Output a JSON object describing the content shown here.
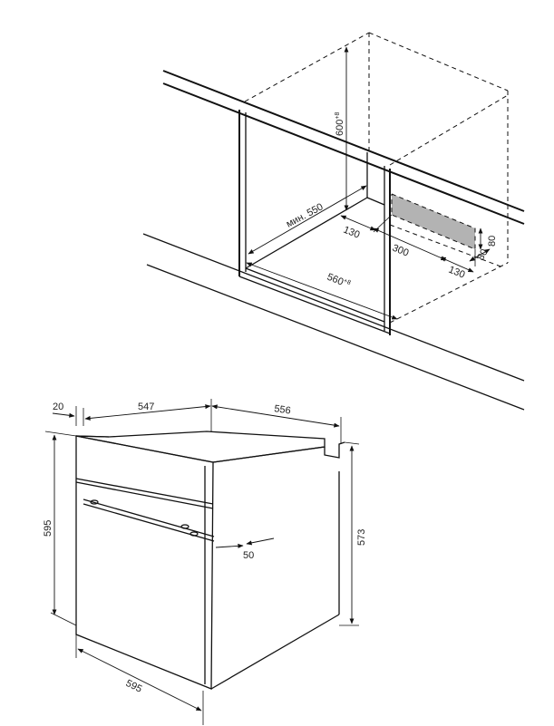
{
  "colors": {
    "line": "#111111",
    "shaded_area": "#b3b3b3",
    "background": "#ffffff"
  },
  "cabinet_dims": {
    "height": "600",
    "height_sup": "+8",
    "depth": "мин. 550",
    "width": "560",
    "width_sup": "+8",
    "cutout_front": "130",
    "cutout_width": "300",
    "cutout_back": "130",
    "cutout_depth": "80",
    "cutout_height": "80"
  },
  "oven_dims": {
    "panel_offset": "20",
    "body_depth": "547",
    "full_depth": "556",
    "front_height": "595",
    "body_height": "573",
    "handle_projection": "50",
    "front_width": "595"
  }
}
